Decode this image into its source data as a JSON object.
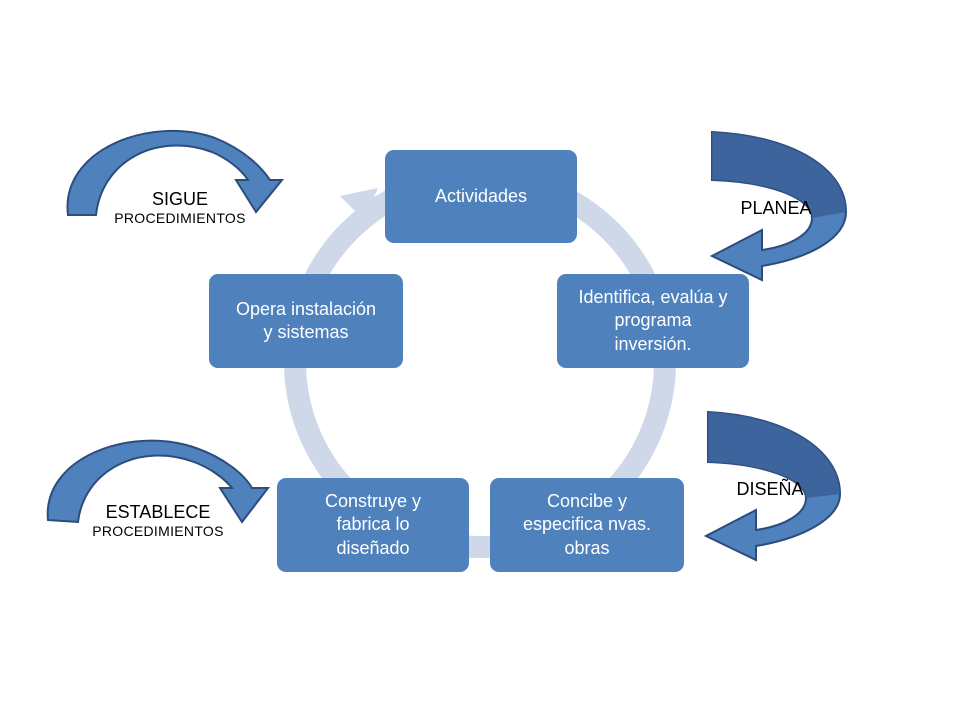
{
  "diagram": {
    "nodes": {
      "actividades": "Actividades",
      "identifica": "Identifica, evalúa y\nprograma\ninversión.",
      "concibe": "Concibe y\nespecifica nvas.\nobras",
      "construye": "Construye y\nfabrica lo\ndiseñado",
      "opera": "Opera instalación\ny sistemas"
    },
    "labels": {
      "sigue": {
        "main": "SIGUE",
        "sub": "PROCEDIMIENTOS"
      },
      "planea": {
        "main": "PLANEA"
      },
      "disena": {
        "main": "DISEÑA"
      },
      "establece": {
        "main": "ESTABLECE",
        "sub": "PROCEDIMIENTOS"
      }
    }
  },
  "colors": {
    "node_fill": "#4f81bd",
    "cycle_ring": "#cfd8e8",
    "arrow_fill": "#4f81bd",
    "arrow_dark": "#3a5f96"
  }
}
